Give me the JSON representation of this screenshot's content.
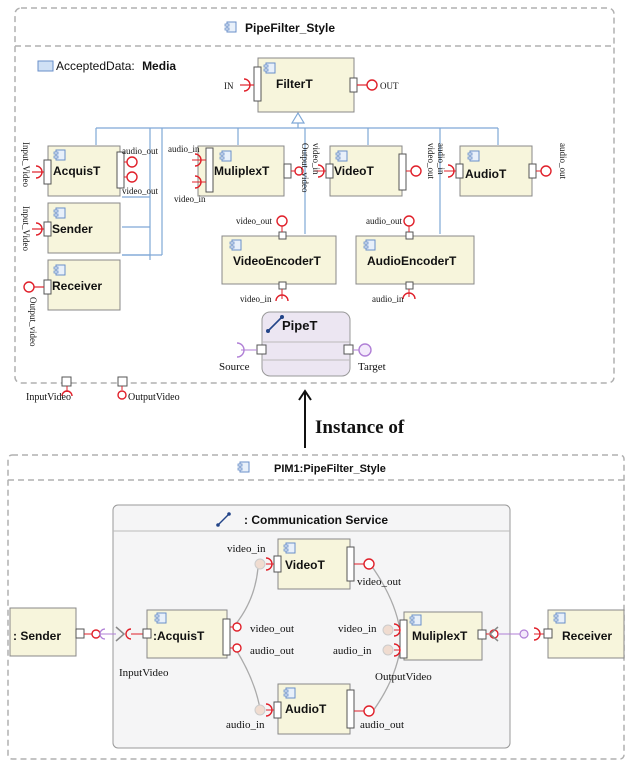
{
  "top": {
    "title": "PipeFilter_Style",
    "accepted_data_label": "AcceptedData:",
    "accepted_data_value": "Media",
    "components": {
      "filter": "FilterT",
      "acquis": "AcquisT",
      "sender": "Sender",
      "receiver": "Receiver",
      "muliplex": "MuliplexT",
      "video": "VideoT",
      "audio": "AudioT",
      "video_encoder": "VideoEncoderT",
      "audio_encoder": "AudioEncoderT",
      "pipe": "PipeT"
    },
    "ports": {
      "in": "IN",
      "out": "OUT",
      "input_video": "Input_Video",
      "audio_out": "audio_out",
      "video_out": "video_out",
      "sender_input_video": "Input_Video",
      "output_video_receiver": "Output_video",
      "audio_in": "audio_in",
      "video_in": "video_in",
      "output_video_mux": "Output_video",
      "video_in_videoT": "video_in",
      "video_out_videoT": "video_out",
      "audio_in_audioT": "audio_in",
      "audio_out_audioT": "audio_out",
      "venc_video_out": "video_out",
      "venc_video_in": "video_in",
      "aenc_audio_out": "audio_out",
      "aenc_audio_in": "audio_in",
      "source": "Source",
      "target": "Target"
    },
    "legend": {
      "input_video": "InputVideo",
      "output_video": "OutputVideo"
    }
  },
  "instance_of": "Instance of",
  "bottom": {
    "title": "PIM1:PipeFilter_Style",
    "service_title": ": Communication Service",
    "components": {
      "sender": ": Sender",
      "acquis": ":AcquisT",
      "video": "VideoT",
      "audio": "AudioT",
      "muliplex": "MuliplexT",
      "receiver": "Receiver"
    },
    "ports": {
      "video_in_videoT": "video_in",
      "video_out_videoT": "video_out",
      "acquis_video_out": "video_out",
      "acquis_audio_out": "audio_out",
      "mux_video_in": "video_in",
      "mux_audio_in": "audio_in",
      "audio_in_audioT": "audio_in",
      "audio_out_audioT": "audio_out",
      "input_video": "InputVideo",
      "output_video": "OutputVideo"
    }
  },
  "colors": {
    "component_fill": "#f7f5dc",
    "frame_border": "#b0b0b0",
    "connector": "#7fa8d6",
    "port_red": "#e0202a",
    "pipe_fill": "#ece6f2",
    "pipe_port": "#b07fd6",
    "icon_blue": "#6a8fc9"
  }
}
